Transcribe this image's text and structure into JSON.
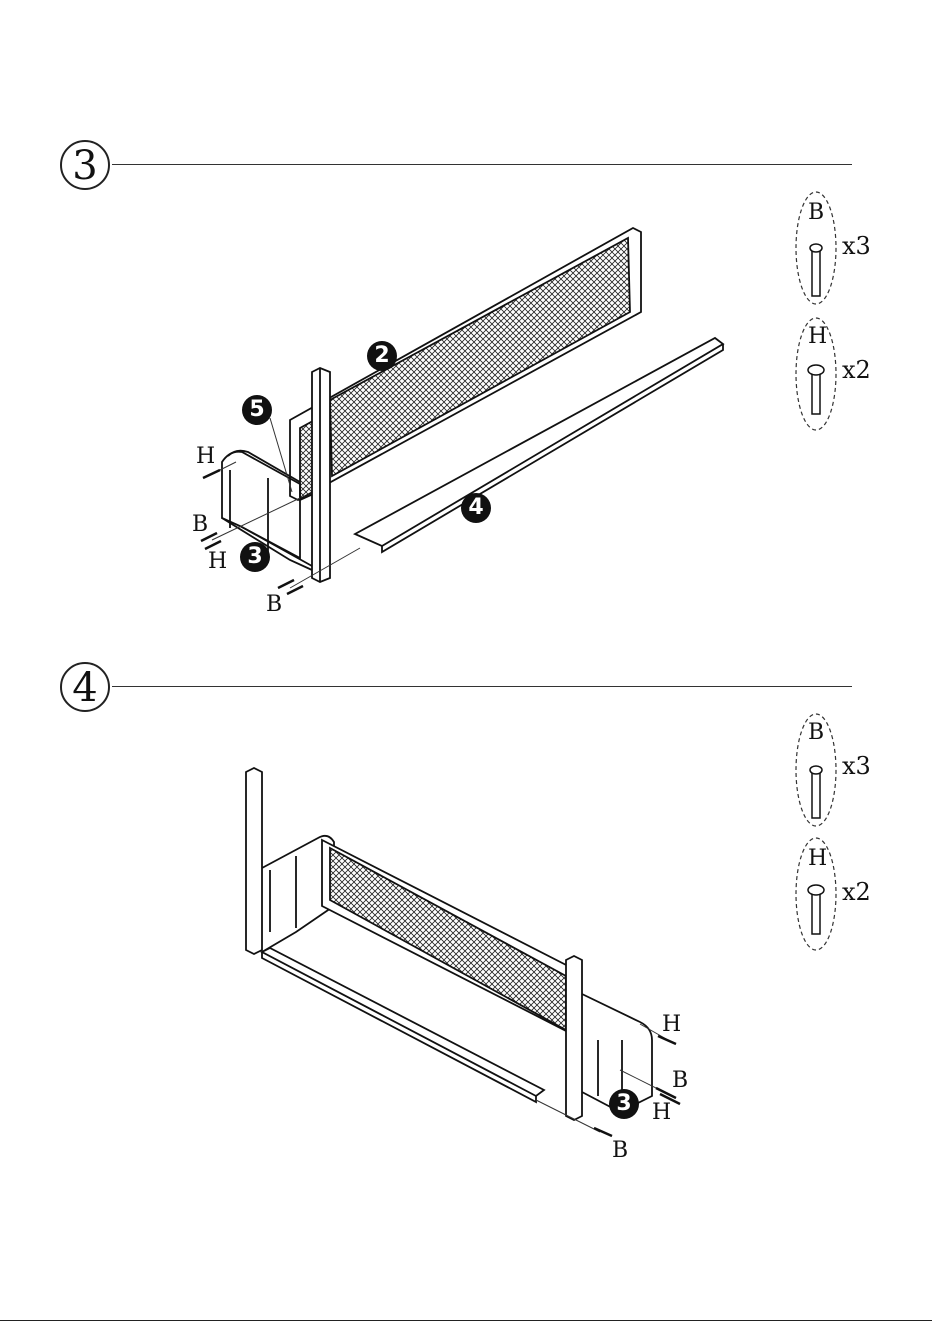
{
  "steps": [
    {
      "number": "3",
      "hardware": [
        {
          "letter": "B",
          "qty": "x3"
        },
        {
          "letter": "H",
          "qty": "x2"
        }
      ],
      "part_badges": [
        "2",
        "5",
        "4",
        "3"
      ],
      "screw_labels": [
        "H",
        "B",
        "H",
        "B"
      ]
    },
    {
      "number": "4",
      "hardware": [
        {
          "letter": "B",
          "qty": "x3"
        },
        {
          "letter": "H",
          "qty": "x2"
        }
      ],
      "part_badges": [
        "3"
      ],
      "screw_labels": [
        "H",
        "B",
        "H",
        "B"
      ]
    }
  ]
}
